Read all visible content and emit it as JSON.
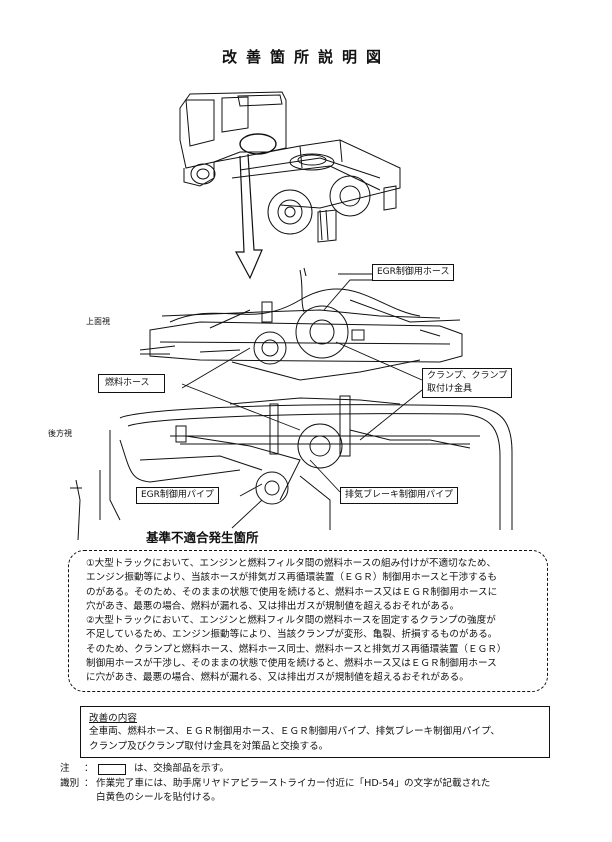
{
  "title": "改善箇所説明図",
  "view_labels": {
    "top_view": "上面視",
    "rear_view": "後方視"
  },
  "callouts": {
    "egr_hose": "EGR制御用ホース",
    "fuel_hose": "燃料ホース",
    "clamp": [
      "クランプ、クランプ",
      "取付け金具"
    ],
    "egr_pipe": "EGR制御用パイプ",
    "exhaust_brake_pipe": "排気ブレーキ制御用パイプ"
  },
  "defect_label": "基準不適合発生箇所",
  "description": {
    "paragraph1": [
      "①大型トラックにおいて、エンジンと燃料フィルタ間の燃料ホースの組み付けが不適切なため、",
      "エンジン振動等により、当該ホースが排気ガス再循環装置（ＥＧＲ）制御用ホースと干渉するも",
      "のがある。そのため、そのままの状態で使用を続けると、燃料ホース又はＥＧＲ制御用ホースに",
      "穴があき、最悪の場合、燃料が漏れる、又は排出ガスが規制値を超えるおそれがある。"
    ],
    "paragraph2": [
      "②大型トラックにおいて、エンジンと燃料フィルタ間の燃料ホースを固定するクランプの強度が",
      "不足しているため、エンジン振動等により、当該クランプが変形、亀裂、折損するものがある。",
      "そのため、クランプと燃料ホース、燃料ホース同士、燃料ホースと排気ガス再循環装置（ＥＧＲ）",
      "制御用ホースが干渉し、そのままの状態で使用を続けると、燃料ホース又はＥＧＲ制御用ホース",
      "に穴があき、最悪の場合、燃料が漏れる、又は排出ガスが規制値を超えるおそれがある。"
    ]
  },
  "measures": {
    "title": "改善の内容",
    "lines": [
      "全車両、燃料ホース、ＥＧＲ制御用ホース、ＥＧＲ制御用パイプ、排気ブレーキ制御用パイプ、",
      "クランプ及びクランプ取付け金具を対策品と交換する。"
    ]
  },
  "notes": {
    "note_key": "注",
    "note_text": "は、交換部品を示す。",
    "ident_key": "識別",
    "ident_lines": [
      "作業完了車には、助手席リヤドアピラーストライカー付近に「HD-54」の文字が記載された",
      "白黄色のシールを貼付ける。"
    ]
  }
}
